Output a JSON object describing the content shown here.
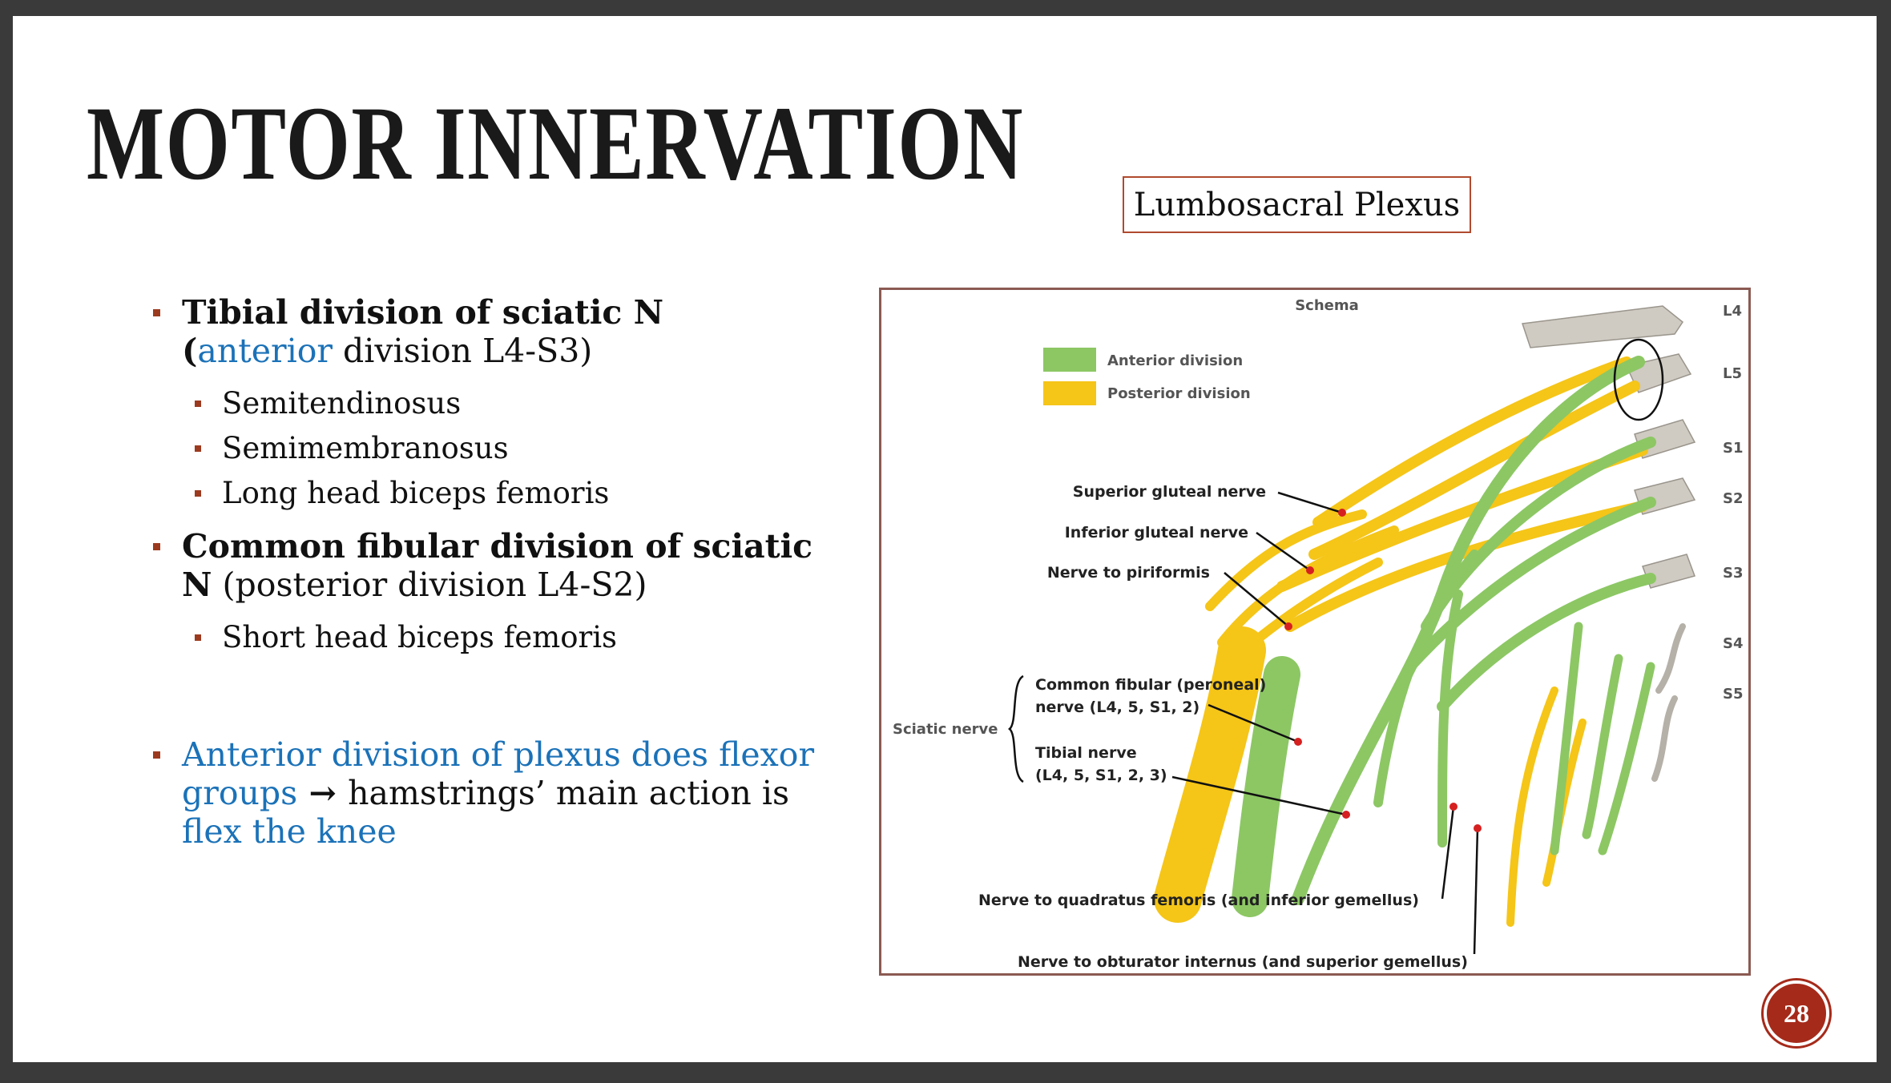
{
  "slide": {
    "title": "MOTOR INNERVATION",
    "page_number": "28",
    "caption": "Lumbosacral Plexus"
  },
  "bullets": {
    "b1_bold": "Tibial division of sciatic N",
    "b1_open": "(",
    "b1_blue": "anterior",
    "b1_rest": " division L4-S3)",
    "b1_subs": [
      "Semitendinosus",
      "Semimembranosus",
      "Long head biceps femoris"
    ],
    "b2_bold": "Common fibular division of sciatic N",
    "b2_rest": " (posterior division L4-S2)",
    "b2_subs": [
      "Short head biceps femoris"
    ],
    "b3_blue1": "Anterior division of plexus does flexor groups",
    "b3_arrow": " → ",
    "b3_black": "hamstrings’ main action is ",
    "b3_blue2": "flex the knee"
  },
  "figure": {
    "schema": "Schema",
    "legend_anterior": "Anterior division",
    "legend_posterior": "Posterior division",
    "legend_anterior_color": "#8cc764",
    "legend_posterior_color": "#f5c518",
    "levels": [
      "L4",
      "L5",
      "S1",
      "S2",
      "S3",
      "S4",
      "S5"
    ],
    "sup_gluteal": "Superior gluteal nerve",
    "inf_gluteal": "Inferior gluteal nerve",
    "piriformis": "Nerve to piriformis",
    "sciatic": "Sciatic nerve",
    "fibular_1": "Common fibular (peroneal)",
    "fibular_2": "nerve (L4, 5, S1, 2)",
    "tibial_1": "Tibial nerve",
    "tibial_2": "(L4, 5, S1, 2, 3)",
    "quadratus": "Nerve to quadratus femoris (and inferior gemellus)",
    "obturator": "Nerve to obturator internus (and superior gemellus)"
  }
}
